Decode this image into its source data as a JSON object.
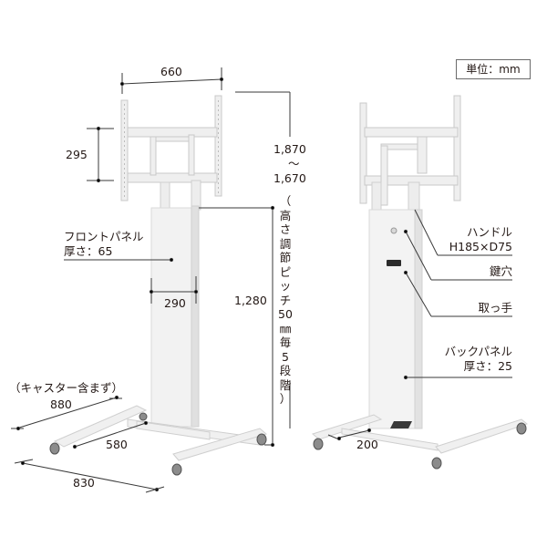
{
  "unit_label": "単位：mm",
  "front_view": {
    "width_top": "660",
    "bracket_height": "295",
    "height_range_max": "1,870",
    "height_range_sep": "～",
    "height_range_min": "1,670",
    "height_adjust_note": [
      "（",
      "高",
      "さ",
      "調",
      "節",
      "ピ",
      "ッ",
      "チ",
      "50",
      "㎜",
      "毎",
      "5",
      "段",
      "階",
      "）"
    ],
    "column_height": "1,280",
    "column_width": "290",
    "front_panel_label": "フロントパネル",
    "front_panel_thickness": "厚さ：65",
    "caster_note": "（キャスター含まず）",
    "base_depth": "880",
    "base_inner": "580",
    "base_width": "830"
  },
  "back_view": {
    "handle_label": "ハンドル",
    "handle_size": "H185×D75",
    "keyhole_label": "鍵穴",
    "grip_label": "取っ手",
    "back_panel_label": "バックパネル",
    "back_panel_thickness": "厚さ：25",
    "base_offset": "200"
  },
  "colors": {
    "stand_body": "#f2f2f2",
    "stand_shadow": "#dcdcdc",
    "line": "#3a3a3a",
    "text": "#231815"
  }
}
